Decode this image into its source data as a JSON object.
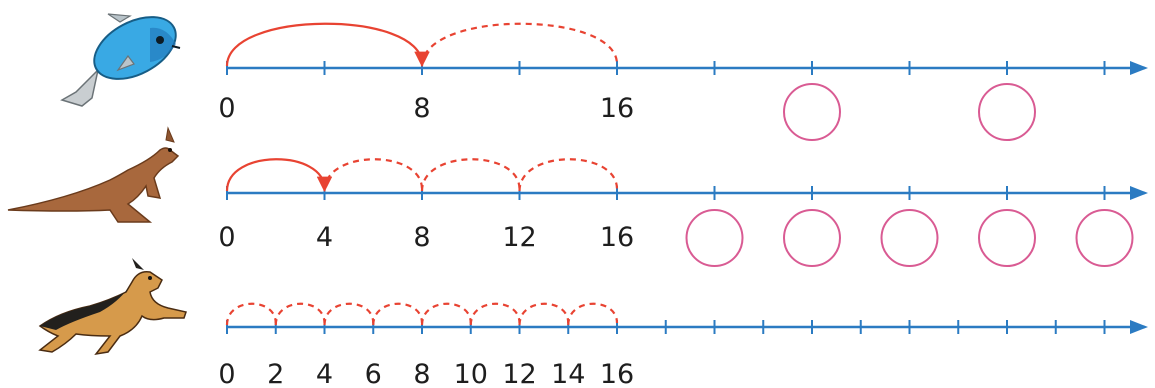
{
  "colors": {
    "axis": "#2b7bc2",
    "jump": "#e84332",
    "circle": "#d95b93"
  },
  "rows": [
    {
      "animal_icon": "fish-icon",
      "step": 8,
      "labels": [
        "0",
        "8",
        "16"
      ],
      "label_at": [
        0,
        8,
        16
      ],
      "solid_jumps": [
        [
          0,
          8
        ]
      ],
      "dashed_jumps": [
        [
          8,
          16
        ]
      ],
      "blank_circles_at": [
        24,
        32
      ]
    },
    {
      "animal_icon": "kangaroo-icon",
      "step": 4,
      "labels": [
        "0",
        "4",
        "8",
        "12",
        "16"
      ],
      "label_at": [
        0,
        4,
        8,
        12,
        16
      ],
      "solid_jumps": [
        [
          0,
          4
        ]
      ],
      "dashed_jumps": [
        [
          4,
          8
        ],
        [
          8,
          12
        ],
        [
          12,
          16
        ]
      ],
      "blank_circles_at": [
        20,
        24,
        28,
        32,
        36
      ]
    },
    {
      "animal_icon": "dog-icon",
      "step": 2,
      "labels": [
        "0",
        "2",
        "4",
        "6",
        "8",
        "10",
        "12",
        "14",
        "16"
      ],
      "label_at": [
        0,
        2,
        4,
        6,
        8,
        10,
        12,
        14,
        16
      ],
      "solid_jumps": [],
      "dashed_jumps": [
        [
          0,
          2
        ],
        [
          2,
          4
        ],
        [
          4,
          6
        ],
        [
          6,
          8
        ],
        [
          8,
          10
        ],
        [
          10,
          12
        ],
        [
          12,
          14
        ],
        [
          14,
          16
        ]
      ],
      "blank_circles_at": []
    }
  ]
}
